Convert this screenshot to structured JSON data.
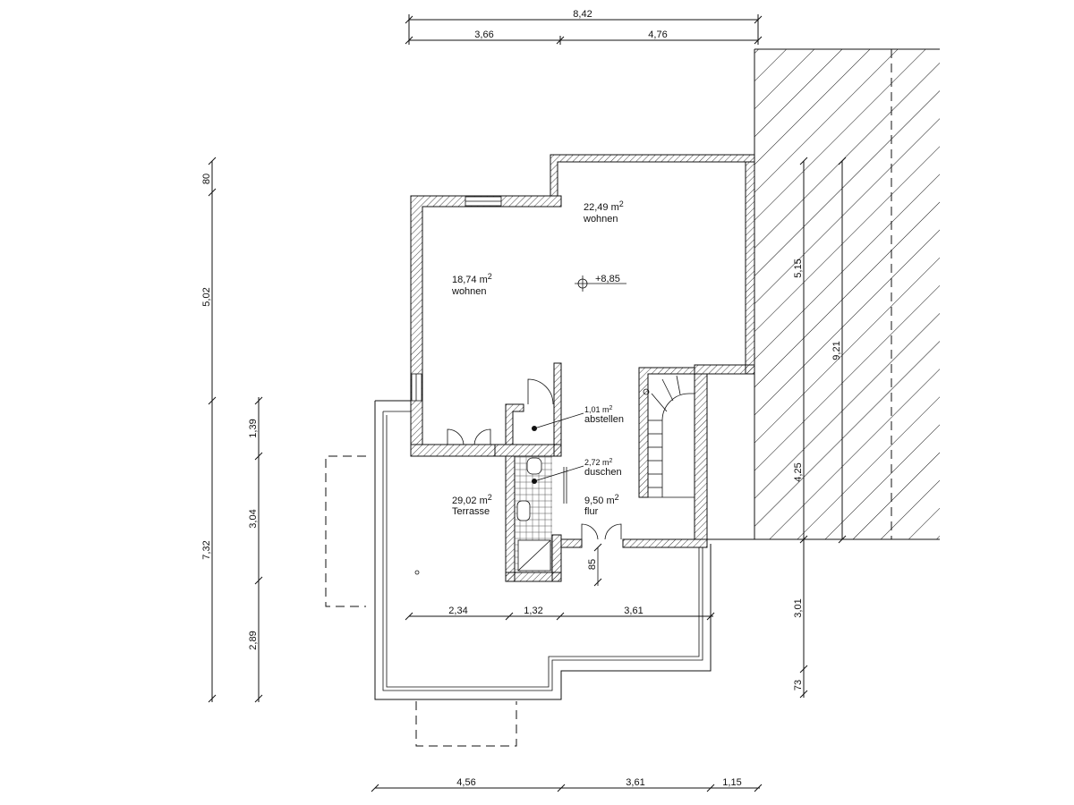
{
  "dimensions": {
    "top_total": "8,42",
    "top_left": "3,66",
    "top_right": "4,76",
    "left_outer_80": "80",
    "left_outer_502": "5,02",
    "left_outer_732": "7,32",
    "left_inner_139": "1,39",
    "left_inner_304": "3,04",
    "left_inner_289": "2,89",
    "inner_234": "2,34",
    "inner_132": "1,32",
    "inner_361": "3,61",
    "bottom_456": "4,56",
    "bottom_361": "3,61",
    "bottom_115": "1,15",
    "right_515": "5,15",
    "right_921": "9,21",
    "right_425": "4,25",
    "right_301": "3,01",
    "right_73": "73",
    "door_85": "85"
  },
  "level": "+8,85",
  "rooms": [
    {
      "area": "22,49 m",
      "sup": "2",
      "name": "wohnen"
    },
    {
      "area": "18,74 m",
      "sup": "2",
      "name": "wohnen"
    },
    {
      "area": "1,01 m",
      "sup": "2",
      "name": "abstellen"
    },
    {
      "area": "2,72 m",
      "sup": "2",
      "name": "duschen"
    },
    {
      "area": "29,02 m",
      "sup": "2",
      "name": "Terrasse"
    },
    {
      "area": "9,50 m",
      "sup": "2",
      "name": "flur"
    }
  ]
}
